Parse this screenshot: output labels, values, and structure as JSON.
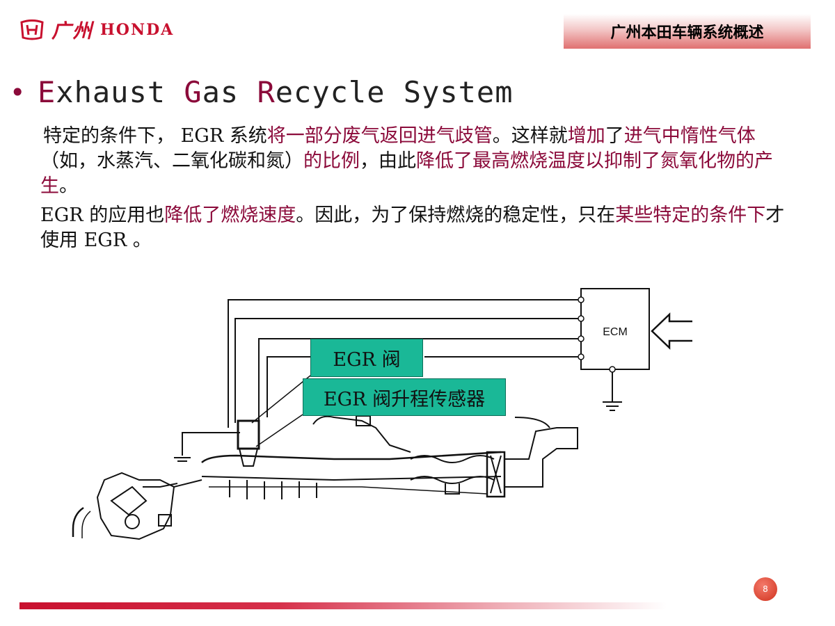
{
  "brand": {
    "cn": "广州",
    "en": "HONDA"
  },
  "header": {
    "title": "广州本田车辆系统概述"
  },
  "slide": {
    "bullet": "•",
    "title_parts": [
      "E",
      "xhaust ",
      "G",
      "as ",
      "R",
      "ecycle System"
    ],
    "para1": [
      {
        "t": "特定的条件下， EGR 系统",
        "hl": false
      },
      {
        "t": "将一部分废气返回进气歧管",
        "hl": true
      },
      {
        "t": "。这样就",
        "hl": false
      },
      {
        "t": "增加",
        "hl": true
      },
      {
        "t": "了",
        "hl": false
      },
      {
        "t": "进气中惰性气体",
        "hl": true
      },
      {
        "t": "（如，水蒸汽、二氧化碳和氮）",
        "hl": false
      },
      {
        "t": "的比例",
        "hl": true
      },
      {
        "t": "，由此",
        "hl": false
      },
      {
        "t": "降低了最高燃烧温度以抑制了氮氧化物的产生",
        "hl": true
      },
      {
        "t": "。",
        "hl": false
      }
    ],
    "para2": [
      {
        "t": "EGR 的应用也",
        "hl": false
      },
      {
        "t": "降低了燃烧速度",
        "hl": true
      },
      {
        "t": "。因此，为了保持燃烧的稳定性，只在",
        "hl": false
      },
      {
        "t": "某些特定的条件下",
        "hl": true
      },
      {
        "t": "才使用 EGR 。",
        "hl": false
      }
    ]
  },
  "diagram": {
    "ecm_label": "ECM",
    "callout_valve": "EGR 阀",
    "callout_sensor": "EGR 阀升程传感器"
  },
  "footer": {
    "page_number": "8"
  },
  "colors": {
    "brand_red": "#c8102e",
    "highlight": "#8b0a3a",
    "callout_green": "#1ab897"
  }
}
